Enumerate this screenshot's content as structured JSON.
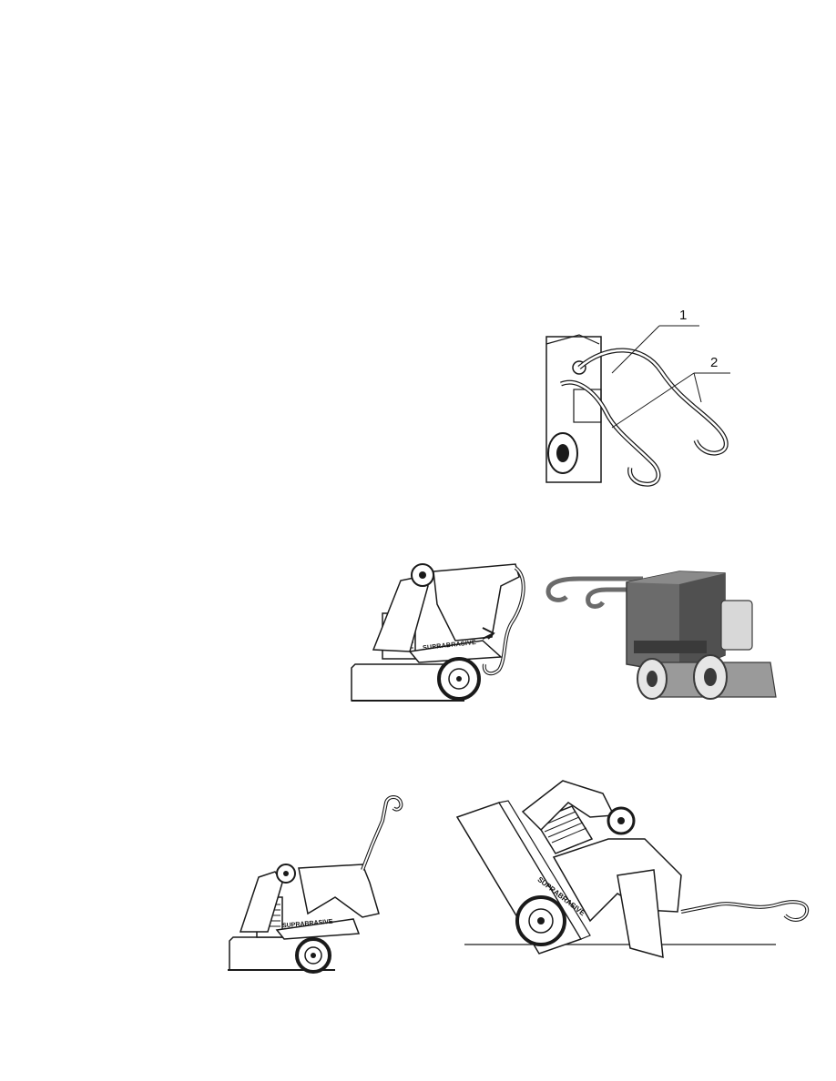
{
  "page": {
    "background": "#ffffff",
    "line_color": "#1a1a1a"
  },
  "figure_handle_detail": {
    "callouts": [
      {
        "label": "1"
      },
      {
        "label": "2"
      }
    ]
  },
  "figure_side_view": {
    "brand_text": "SUPRABRASIVE"
  },
  "figure_3d_view": {
    "body_color": "#6b6b6b",
    "accent_color": "#3a3a3a"
  },
  "figure_folded": {
    "brand_text": "SUPRABRASIVE"
  },
  "figure_tilted": {
    "brand_text": "SUPRABRASIVE"
  }
}
